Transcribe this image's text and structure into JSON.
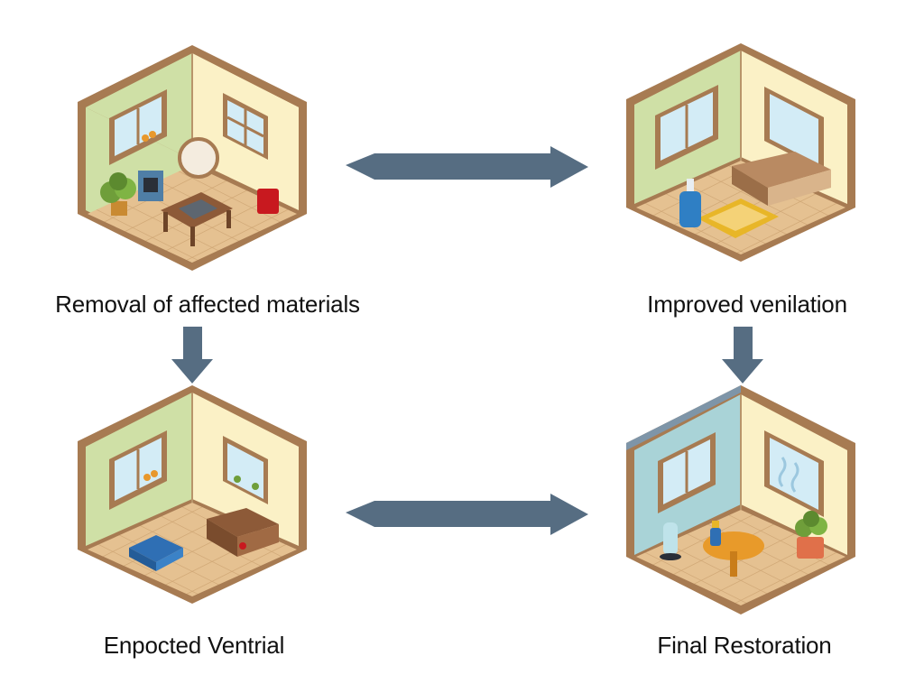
{
  "steps": [
    {
      "id": "removal",
      "label": "Removal of affected materials"
    },
    {
      "id": "ventilation",
      "label": "Improved venilation"
    },
    {
      "id": "ventrial",
      "label": "Enpocted Ventrial"
    },
    {
      "id": "restoration",
      "label": "Final Restoration"
    }
  ],
  "colors": {
    "arrow": "#566d82",
    "frame": "#a77b52",
    "floor": "#e5c191",
    "left_wall_green": "#cfe0a6",
    "left_wall_blue": "#a9d3d7",
    "right_wall": "#fbf1c6",
    "window_glass": "#d3ecf6"
  },
  "icons": [
    "room-illustration-icon",
    "arrow-icon"
  ]
}
